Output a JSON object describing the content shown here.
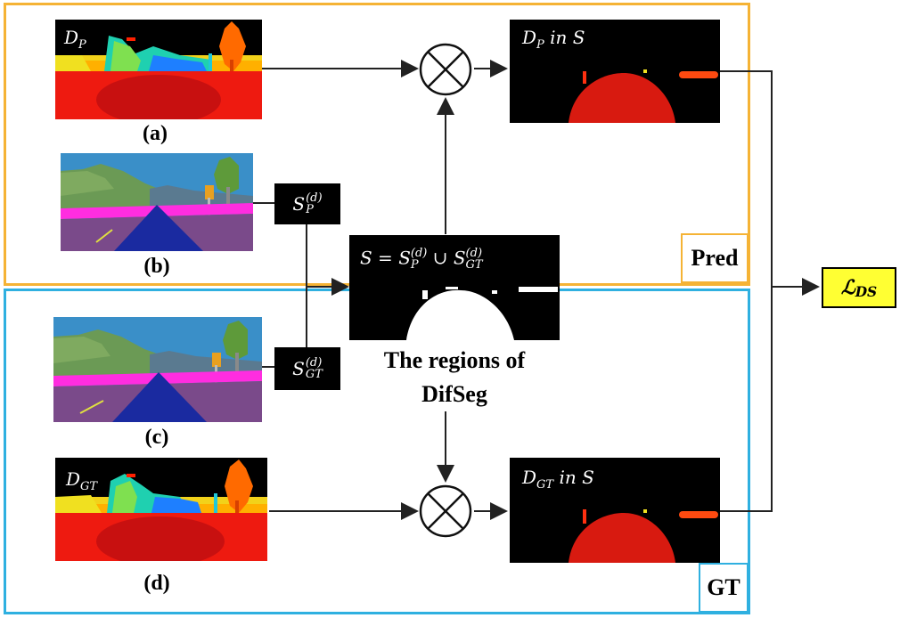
{
  "diagram": {
    "label_dp": {
      "base": "D",
      "sub": "P"
    },
    "label_dgt": {
      "base": "D",
      "sub": "GT"
    },
    "label_dp_in_s": {
      "base": "D",
      "sub": "P",
      "rest": " in S"
    },
    "label_dgt_in_s": {
      "base": "D",
      "sub": "GT",
      "rest": " in S"
    },
    "caption_a": "(a)",
    "caption_b": "(b)",
    "caption_c": "(c)",
    "caption_d": "(d)",
    "sp_box": {
      "base": "S",
      "sup": "(d)",
      "sub": "P"
    },
    "sgt_box": {
      "base": "S",
      "sup": "(d)",
      "sub": "GT"
    },
    "union": {
      "lhs": "S = ",
      "base1": "S",
      "sup1": "(d)",
      "sub1": "P",
      "op": " ∪ ",
      "base2": "S",
      "sup2": "(d)",
      "sub2": "GT"
    },
    "regions_line1": "The regions of",
    "regions_line2": "DifSeg",
    "pred_label": "Pred",
    "gt_label": "GT",
    "loss": {
      "symbol": "ℒ",
      "sub": "DS"
    },
    "colors": {
      "pred_border": "#f5b335",
      "gt_border": "#2fb0e0",
      "loss_fill": "#ffff33"
    }
  }
}
